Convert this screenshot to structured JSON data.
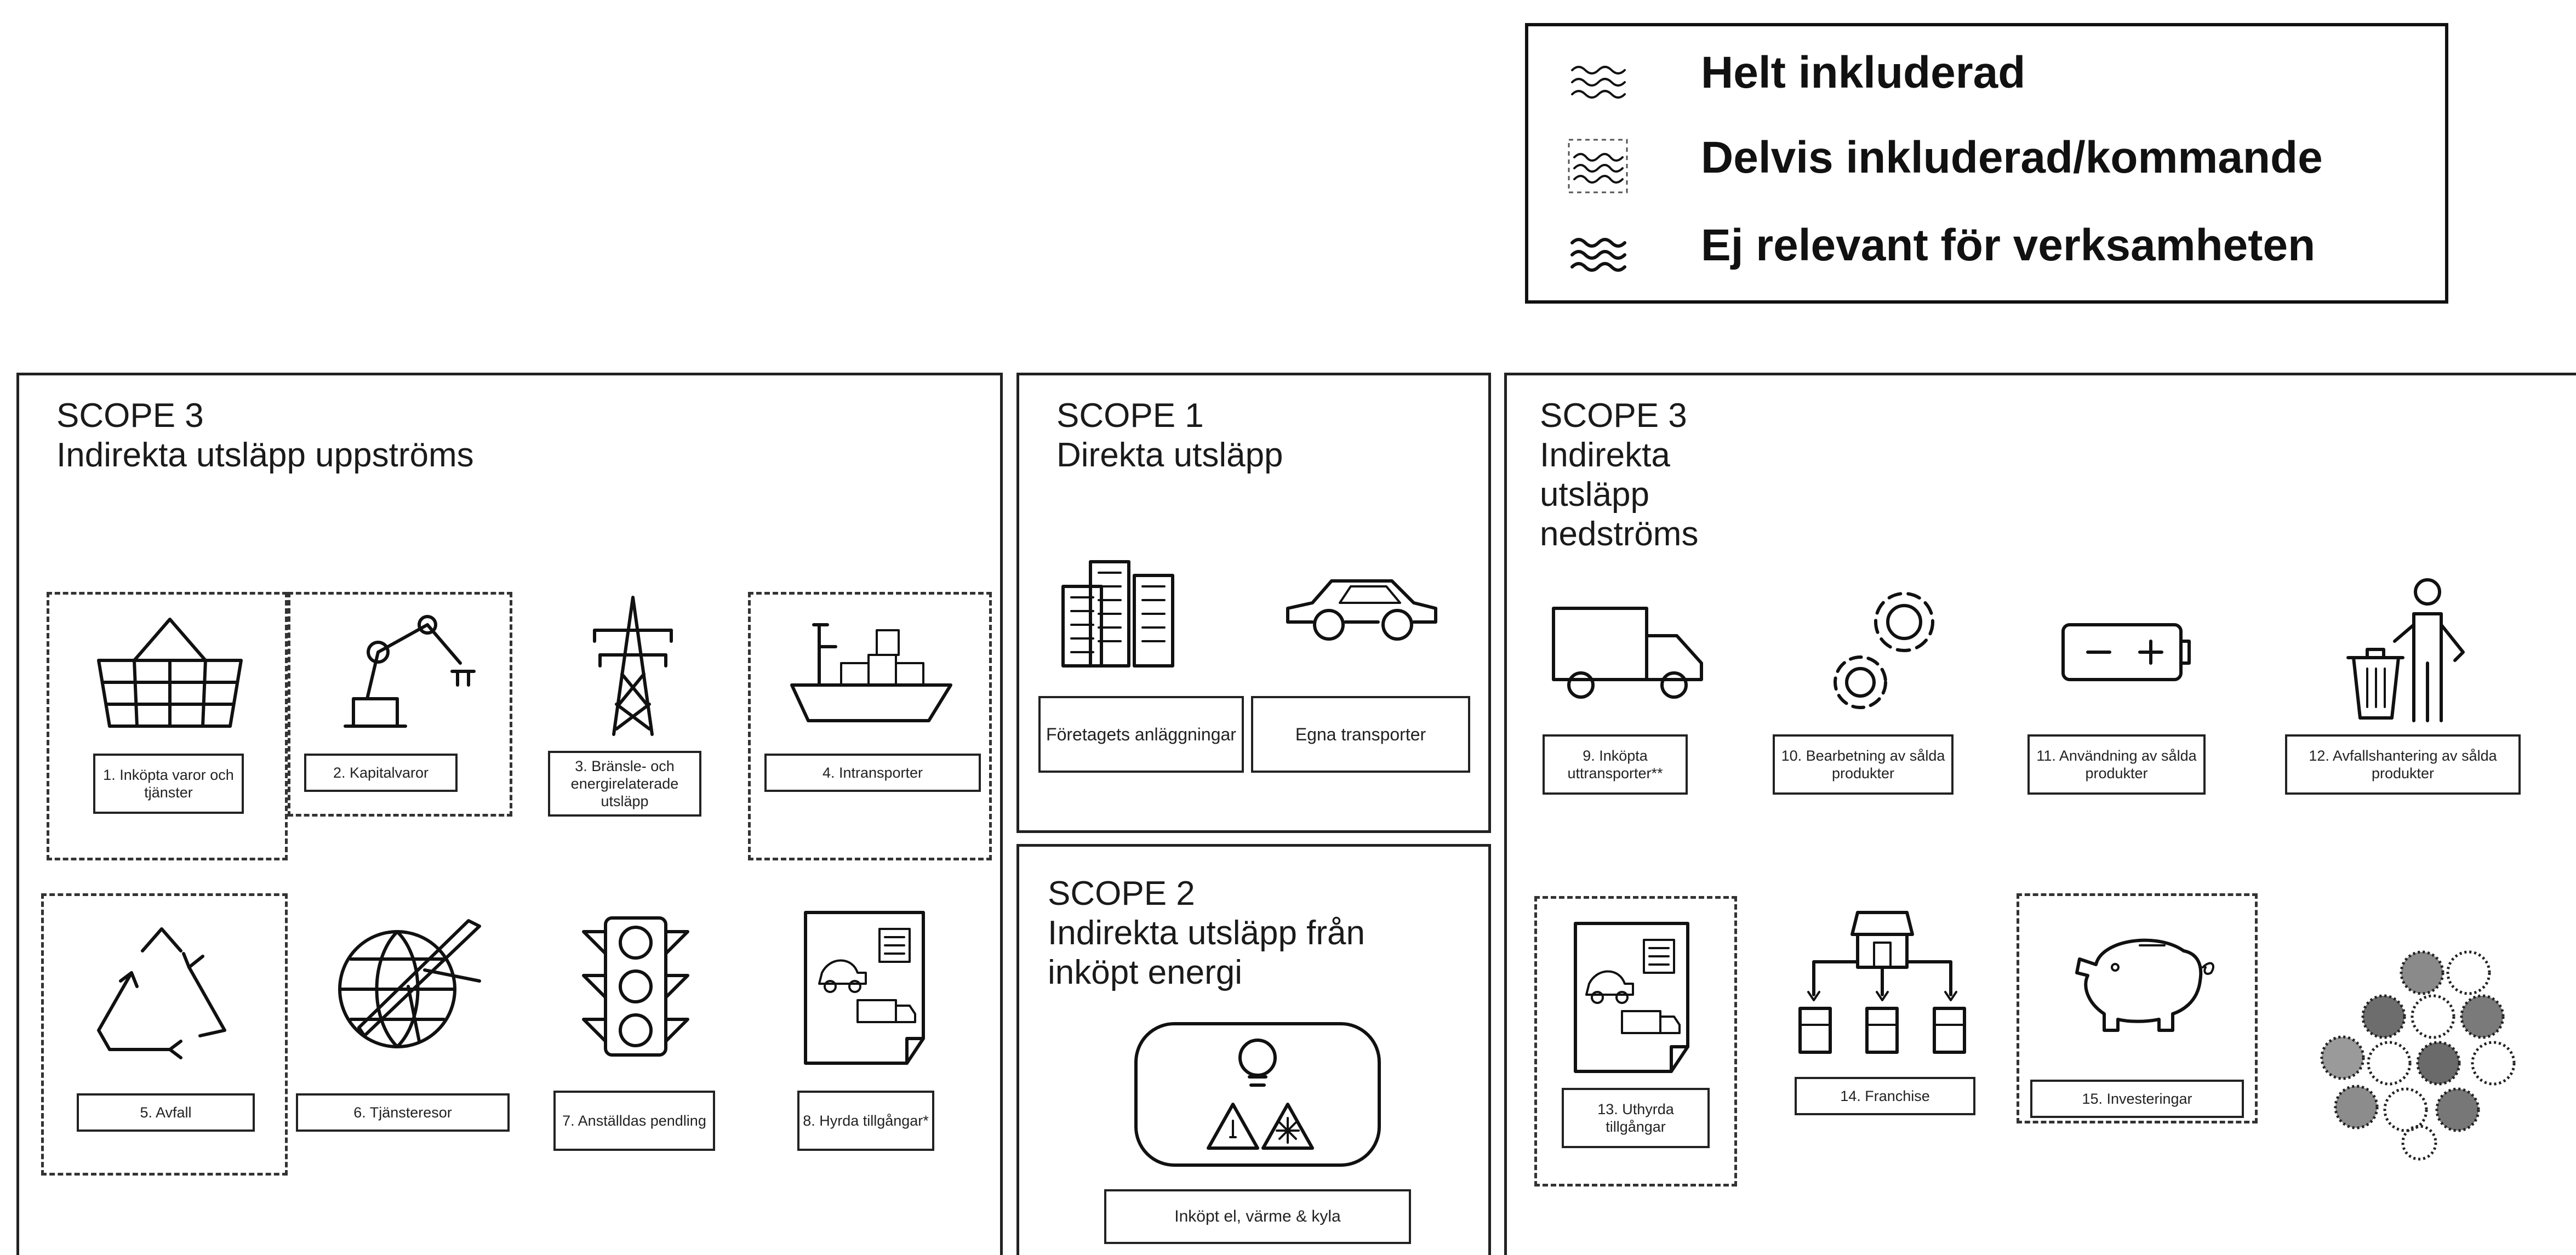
{
  "legend": {
    "fully": "Helt inkluderad",
    "partly": "Delvis inkluderad/kommande",
    "not_relevant": "Ej relevant för verksamheten"
  },
  "upstream": {
    "scope": "SCOPE 3",
    "title": "Indirekta utsläpp uppströms",
    "items": [
      {
        "label": "1. Inköpta varor och tjänster",
        "icon": "basket-icon",
        "status": "partly"
      },
      {
        "label": "2. Kapitalvaror",
        "icon": "robot-arm-icon",
        "status": "partly"
      },
      {
        "label": "3. Bränsle- och energirelaterade utsläpp",
        "icon": "power-pylon-icon",
        "status": "fully"
      },
      {
        "label": "4. Intransporter",
        "icon": "cargo-ship-icon",
        "status": "partly"
      },
      {
        "label": "5. Avfall",
        "icon": "recycle-icon",
        "status": "partly"
      },
      {
        "label": "6. Tjänsteresor",
        "icon": "globe-airplane-icon",
        "status": "fully"
      },
      {
        "label": "7. Anställdas pendling",
        "icon": "traffic-light-icon",
        "status": "fully"
      },
      {
        "label": "8. Hyrda tillgångar*",
        "icon": "leased-assets-icon",
        "status": "fully"
      }
    ]
  },
  "scope1": {
    "scope": "SCOPE 1",
    "title": "Direkta utsläpp",
    "items": [
      {
        "label": "Företagets anläggningar",
        "icon": "buildings-icon"
      },
      {
        "label": "Egna transporter",
        "icon": "car-icon"
      }
    ]
  },
  "scope2": {
    "scope": "SCOPE 2",
    "title": "Indirekta utsläpp från inköpt energi",
    "item": {
      "label": "Inköpt el, värme & kyla",
      "icon": "energy-icon"
    }
  },
  "downstream": {
    "scope": "SCOPE 3",
    "title": "Indirekta utsläpp nedströms",
    "items": [
      {
        "label": "9. Inköpta uttransporter**",
        "icon": "truck-icon",
        "status": "fully"
      },
      {
        "label": "10. Bearbetning av sålda produkter",
        "icon": "gears-icon",
        "status": "fully"
      },
      {
        "label": "11. Användning av sålda produkter",
        "icon": "battery-icon",
        "status": "fully"
      },
      {
        "label": "12. Avfallshantering av sålda produkter",
        "icon": "person-trash-icon",
        "status": "fully"
      },
      {
        "label": "13. Uthyrda tillgångar",
        "icon": "leased-assets-icon",
        "status": "partly"
      },
      {
        "label": "14. Franchise",
        "icon": "franchise-icon",
        "status": "fully"
      },
      {
        "label": "15. Investeringar",
        "icon": "piggy-bank-icon",
        "status": "partly"
      }
    ],
    "decor_icon": "dotted-circles-icon"
  }
}
